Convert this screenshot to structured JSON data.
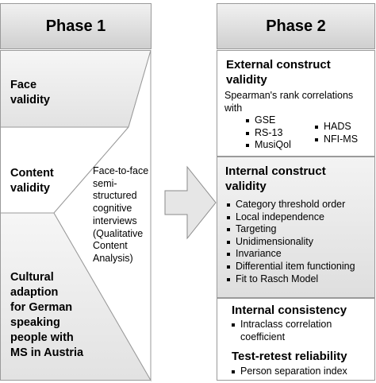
{
  "phase1": {
    "title": "Phase 1",
    "rows": [
      {
        "label_lines": [
          "Face",
          "validity"
        ]
      },
      {
        "label_lines": [
          "Content",
          "validity"
        ]
      },
      {
        "label_lines": [
          "Cultural",
          "adaption",
          "for German",
          "speaking",
          "people with",
          "MS in Austria"
        ]
      }
    ],
    "method_lines": [
      "Face-to-face",
      "semi-",
      "structured",
      "cognitive",
      "interviews",
      "(Qualitative",
      "Content",
      "Analysis)"
    ]
  },
  "phase2": {
    "title": "Phase 2",
    "external": {
      "title_lines": [
        "External construct",
        "validity"
      ],
      "text_lines": [
        "Spearman's rank correlations",
        "with"
      ],
      "col1": [
        "GSE",
        "RS-13",
        "MusiQol"
      ],
      "col2": [
        "HADS",
        "NFI-MS"
      ]
    },
    "internal": {
      "title_lines": [
        "Internal construct",
        "validity"
      ],
      "items": [
        "Category threshold order",
        "Local independence",
        "Targeting",
        "Unidimensionality",
        "Invariance",
        "Differential item functioning",
        "Fit to Rasch Model"
      ]
    },
    "consistency": {
      "title": "Internal consistency",
      "item_lines": [
        "Intraclass correlation",
        "coefficient"
      ]
    },
    "retest": {
      "title": "Test-retest reliability",
      "items": [
        "Person separation index"
      ]
    }
  }
}
